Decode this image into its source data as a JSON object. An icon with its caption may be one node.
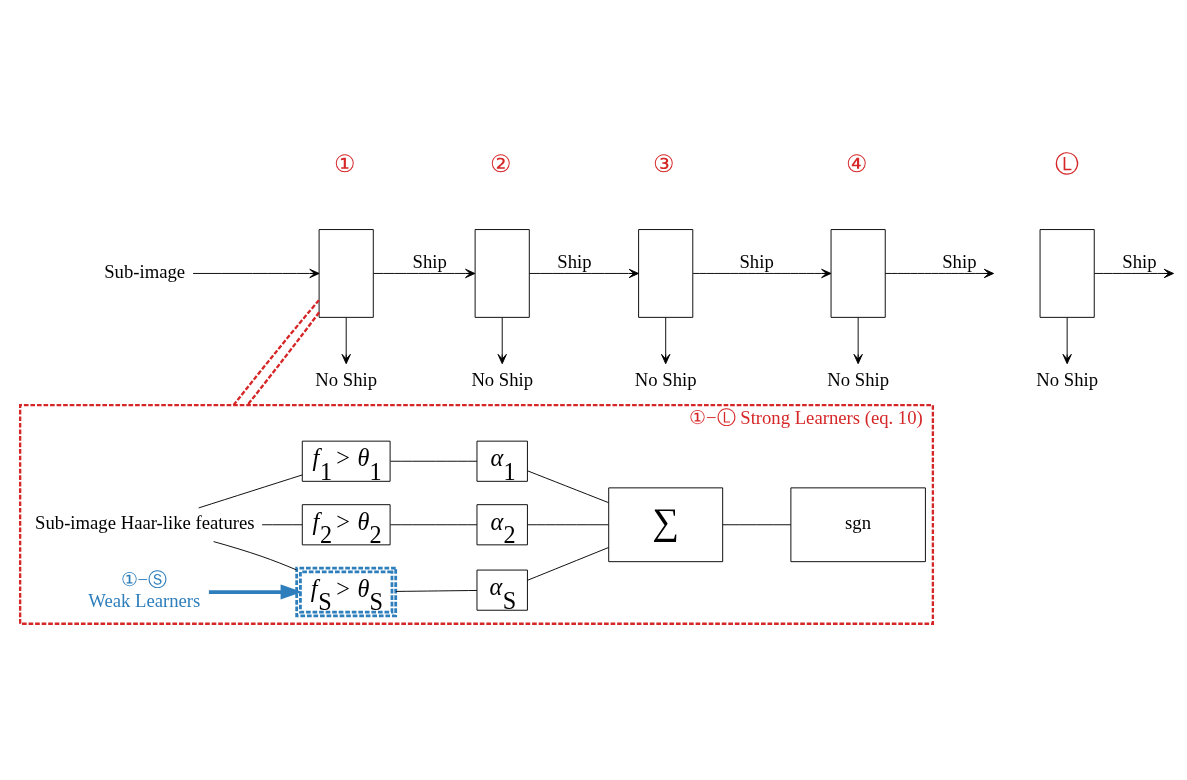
{
  "diagram": {
    "nodes": [
      {
        "text": [
          "Sub-image"
        ]
      },
      {
        "text": [],
        "shape": "box",
        "beside": [
          "①"
        ]
      },
      {
        "text": [],
        "shape": "box",
        "beside": [
          "②"
        ]
      },
      {
        "text": [],
        "shape": "box",
        "beside": [
          "③"
        ]
      },
      {
        "text": [],
        "shape": "box",
        "beside": [
          "④"
        ]
      },
      {
        "text": [],
        "shape": "box",
        "beside": [
          "Ⓛ"
        ]
      },
      {
        "text": [
          "No Ship"
        ]
      },
      {
        "text": [
          "No Ship"
        ]
      },
      {
        "text": [
          "No Ship"
        ]
      },
      {
        "text": [
          "No Ship"
        ]
      },
      {
        "text": [
          "No Ship"
        ]
      },
      {
        "text": [
          "①−Ⓛ Strong Learners (eq. 10)"
        ]
      },
      {
        "text": [
          "Sub-image Haar-like features"
        ],
        "in": 11
      },
      {
        "text": [
          "*f*$_{1}$ > *θ*$_{1}$"
        ],
        "in": 11
      },
      {
        "text": [
          "*α*$_{1}$"
        ],
        "in": 11
      },
      {
        "text": [
          "*f*$_{2}$ > *θ*$_{2}$"
        ],
        "in": 11
      },
      {
        "text": [
          "*α*$_{2}$"
        ],
        "in": 11
      },
      {
        "text": [
          "*f*$_{S}$ > *θ*$_{S}$"
        ],
        "in": 11
      },
      {
        "text": [
          "*α*$_{S}$"
        ],
        "in": 11
      },
      {
        "text": [
          "∑"
        ],
        "in": 11
      },
      {
        "text": [
          "sgn"
        ],
        "in": 11
      },
      {
        "text": [
          "①−Ⓢ",
          "Weak Learners"
        ],
        "in": 11
      }
    ],
    "edges": [
      {
        "from": 0,
        "to": 1,
        "arrow": "to"
      },
      {
        "from": 1,
        "to": 2,
        "arrow": "to",
        "label": "Ship"
      },
      {
        "from": 2,
        "to": 3,
        "arrow": "to",
        "label": "Ship"
      },
      {
        "from": 3,
        "to": 4,
        "arrow": "to",
        "label": "Ship"
      },
      {
        "from": 4,
        "to": null,
        "arrow": "to",
        "label": "Ship"
      },
      {
        "from": 5,
        "to": null,
        "arrow": "to",
        "label": "Ship"
      },
      {
        "from": 1,
        "to": 6,
        "arrow": "to"
      },
      {
        "from": 2,
        "to": 7,
        "arrow": "to"
      },
      {
        "from": 3,
        "to": 8,
        "arrow": "to"
      },
      {
        "from": 4,
        "to": 9,
        "arrow": "to"
      },
      {
        "from": 5,
        "to": 10,
        "arrow": "to"
      },
      {
        "from": 1,
        "to": 11,
        "arrow": "none",
        "style": "dashed",
        "color": "#d62728"
      },
      {
        "from": 1,
        "to": 11,
        "arrow": "none",
        "style": "dashed",
        "color": "#d62728"
      },
      {
        "from": 12,
        "to": 13,
        "arrow": "none"
      },
      {
        "from": 12,
        "to": 15,
        "arrow": "none"
      },
      {
        "from": 12,
        "to": 17,
        "arrow": "none"
      },
      {
        "from": 13,
        "to": 14,
        "arrow": "none"
      },
      {
        "from": 15,
        "to": 16,
        "arrow": "none"
      },
      {
        "from": 17,
        "to": 18,
        "arrow": "none"
      },
      {
        "from": 14,
        "to": 19,
        "arrow": "none"
      },
      {
        "from": 16,
        "to": 19,
        "arrow": "none"
      },
      {
        "from": 18,
        "to": 19,
        "arrow": "none"
      },
      {
        "from": 19,
        "to": 20,
        "arrow": "none"
      },
      {
        "from": 21,
        "to": 17,
        "arrow": "to",
        "style": "thick",
        "color": "#2e7ebc"
      }
    ]
  }
}
